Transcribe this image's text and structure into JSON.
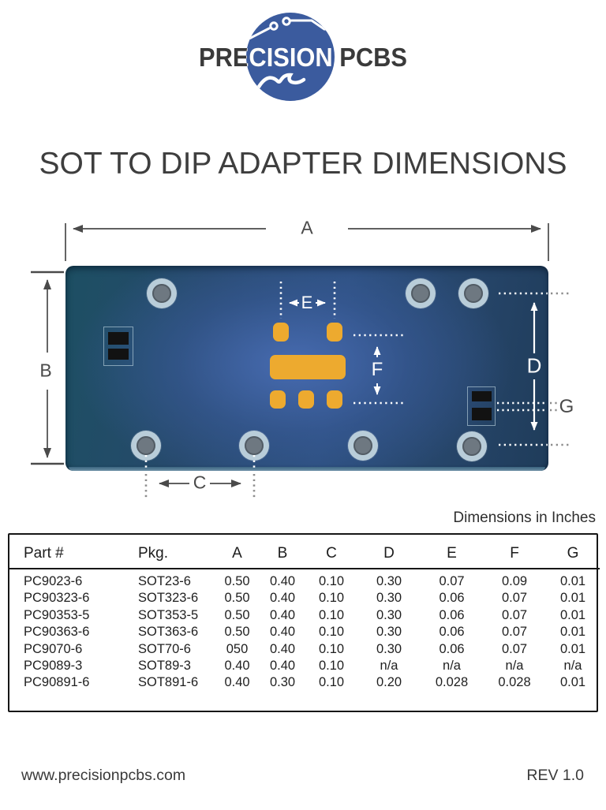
{
  "logo": {
    "text": "PRECISION PCBS",
    "circle_color": "#3b5b9e"
  },
  "title": "SOT TO DIP ADAPTER DIMENSIONS",
  "diagram": {
    "labels": {
      "A": "A",
      "B": "B",
      "C": "C",
      "D": "D",
      "E": "E",
      "F": "F",
      "G": "G"
    }
  },
  "units_note": "Dimensions in Inches",
  "table": {
    "headers": [
      "Part #",
      "Pkg.",
      "A",
      "B",
      "C",
      "D",
      "E",
      "F",
      "G"
    ],
    "rows": [
      [
        "PC9023-6",
        "SOT23-6",
        "0.50",
        "0.40",
        "0.10",
        "0.30",
        "0.07",
        "0.09",
        "0.01"
      ],
      [
        "PC90323-6",
        "SOT323-6",
        "0.50",
        "0.40",
        "0.10",
        "0.30",
        "0.06",
        "0.07",
        "0.01"
      ],
      [
        "PC90353-5",
        "SOT353-5",
        "0.50",
        "0.40",
        "0.10",
        "0.30",
        "0.06",
        "0.07",
        "0.01"
      ],
      [
        "PC90363-6",
        "SOT363-6",
        "0.50",
        "0.40",
        "0.10",
        "0.30",
        "0.06",
        "0.07",
        "0.01"
      ],
      [
        "PC9070-6",
        "SOT70-6",
        "050",
        "0.40",
        "0.10",
        "0.30",
        "0.06",
        "0.07",
        "0.01"
      ],
      [
        "PC9089-3",
        "SOT89-3",
        "0.40",
        "0.40",
        "0.10",
        "n/a",
        "n/a",
        "n/a",
        "n/a"
      ],
      [
        "PC90891-6",
        "SOT891-6",
        "0.40",
        "0.30",
        "0.10",
        "0.20",
        "0.028",
        "0.028",
        "0.01"
      ]
    ]
  },
  "footer": {
    "website": "www.precisionpcbs.com",
    "revision": "REV 1.0"
  },
  "colors": {
    "board_blue": "#3a5b97",
    "board_teal": "#1d4f63",
    "pad_ring": "#b9cdd9",
    "pad_center": "#6e7881",
    "copper_yellow": "#edaa2f",
    "dimension_gray": "#4a4a4a",
    "logo_blue": "#3b5b9e",
    "text_dark": "#3e3e3e"
  }
}
